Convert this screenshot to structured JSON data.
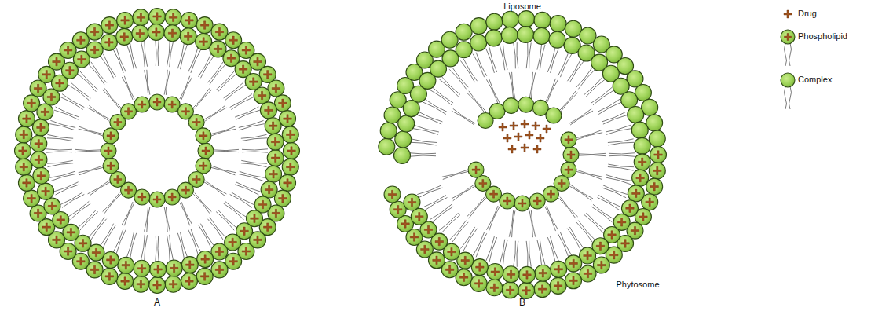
{
  "diagram": {
    "labels": [
      "A",
      "B",
      "Liposome",
      "Phytosome"
    ],
    "legend": [
      {
        "text": "Drug"
      },
      {
        "text": "Phospholipid"
      },
      {
        "text": "Complex"
      }
    ]
  }
}
